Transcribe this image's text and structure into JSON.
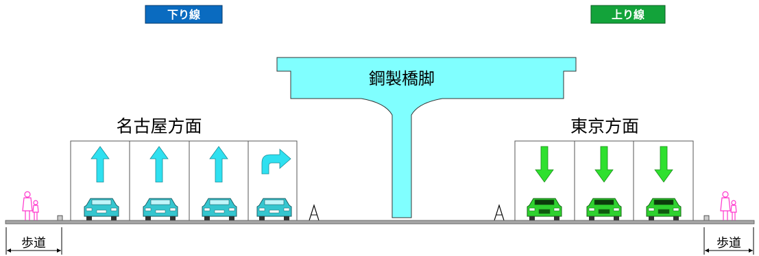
{
  "badges": {
    "down_line": {
      "label": "下り線",
      "color": "#0a6bc0"
    },
    "up_line": {
      "label": "上り線",
      "color": "#13a33a"
    }
  },
  "pier": {
    "label": "鋼製橋脚",
    "color": "#80ffff"
  },
  "directions": {
    "left": {
      "label": "名古屋方面",
      "lanes": 4,
      "arrows": [
        "up",
        "up",
        "up",
        "turn-right"
      ],
      "car_color": "#35c6cf"
    },
    "right": {
      "label": "東京方面",
      "lanes": 3,
      "arrows": [
        "down",
        "down",
        "down"
      ],
      "car_color": "#2fd12f"
    }
  },
  "sidewalks": {
    "left_label": "歩道",
    "right_label": "歩道"
  },
  "colors": {
    "arrow_up": "#2fe0f0",
    "arrow_down": "#2fe02f",
    "pedestrian": "#ff33cc",
    "road": "#a6a6a6"
  }
}
